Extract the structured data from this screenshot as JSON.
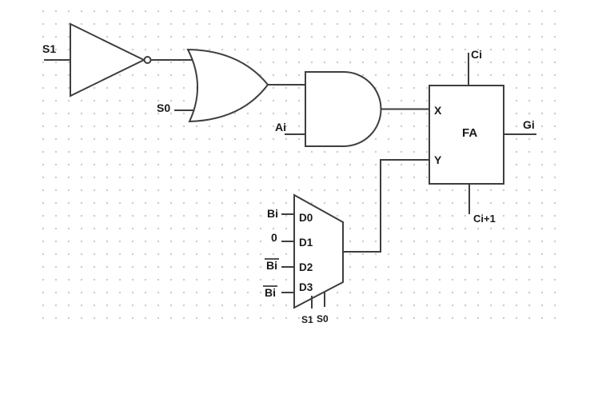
{
  "colors": {
    "line": "#3e3e3e",
    "text": "#1a1a1a",
    "grid_dot": "#c7c7c7",
    "background": "#ffffff"
  },
  "gates": {
    "inverter": {
      "input_label": "S1"
    },
    "or_gate": {
      "input_label": "S0"
    },
    "and_gate": {
      "input_label": "Ai"
    }
  },
  "full_adder": {
    "label": "FA",
    "carry_in_label": "Ci",
    "x_port_label": "X",
    "y_port_label": "Y",
    "sum_out_label": "Gi",
    "carry_out_label": "Ci+1"
  },
  "mux": {
    "ports": [
      {
        "source_label": "Bi",
        "port_label": "D0",
        "overline": false
      },
      {
        "source_label": "0",
        "port_label": "D1",
        "overline": false
      },
      {
        "source_label": "Bi",
        "port_label": "D2",
        "overline": true
      },
      {
        "source_label": "Bi",
        "port_label": "D3",
        "overline": true
      }
    ],
    "select_labels": [
      "S1",
      "S0"
    ]
  }
}
